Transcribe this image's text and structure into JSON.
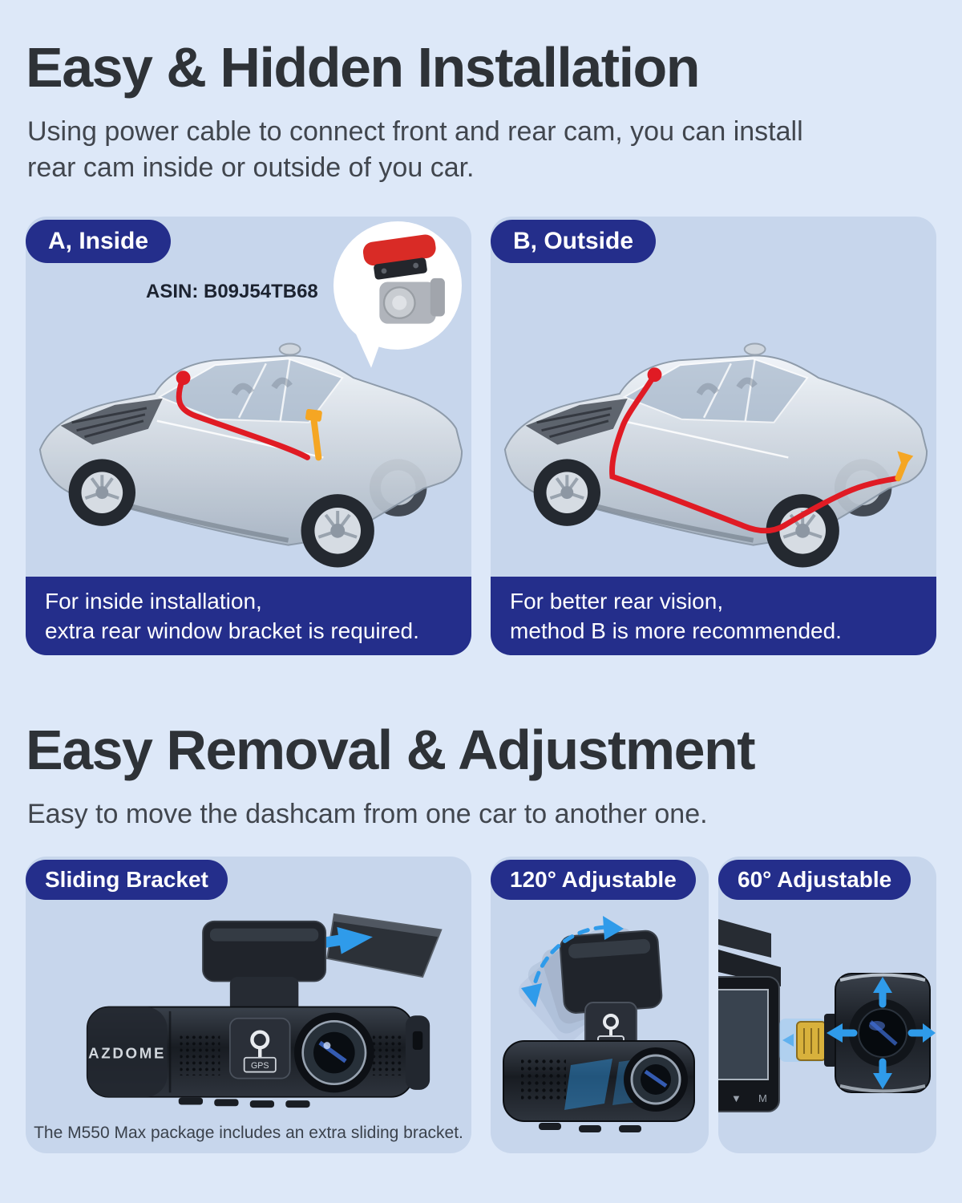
{
  "theme": {
    "page_bg": "#dde8f8",
    "panel_bg": "#c7d6ec",
    "navy": "#242e8b",
    "cable_red": "#e01b24",
    "cable_orange": "#f5a623",
    "arrow_blue": "#2f9bea"
  },
  "section1": {
    "title": "Easy & Hidden Installation",
    "subtitle": "Using power cable to connect front and rear cam, you can install rear cam inside or outside of you car.",
    "panel_a": {
      "tag": "A, Inside",
      "asin": "ASIN: B09J54TB68",
      "note_line1": "For inside installation,",
      "note_line2": "extra rear window bracket is required."
    },
    "panel_b": {
      "tag": "B, Outside",
      "note_line1": "For better rear vision,",
      "note_line2": "method B is more recommended."
    }
  },
  "section2": {
    "title": "Easy Removal & Adjustment",
    "subtitle": "Easy to move the dashcam from one car to another one.",
    "panel_slide": {
      "tag": "Sliding Bracket",
      "caption": "The M550 Max package includes an extra sliding bracket."
    },
    "panel_120": {
      "tag": "120° Adjustable"
    },
    "panel_60": {
      "tag": "60° Adjustable"
    }
  },
  "device": {
    "brand": "AZDOME",
    "gps_label": "GPS",
    "btn_down": "▼",
    "btn_m": "M"
  }
}
